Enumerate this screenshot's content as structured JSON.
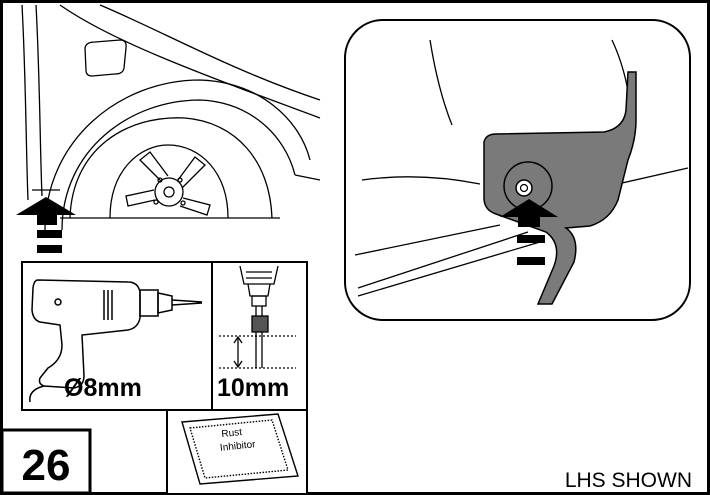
{
  "step_number": "26",
  "drill_size_label": "Ø8mm",
  "depth_label": "10mm",
  "rust_inhibitor_line1": "Rust",
  "rust_inhibitor_line2": "Inhibitor",
  "side_note": "LHS SHOWN",
  "colors": {
    "line": "#000000",
    "bracket_fill": "#7a7a7a",
    "panel_bg": "#ffffff"
  }
}
